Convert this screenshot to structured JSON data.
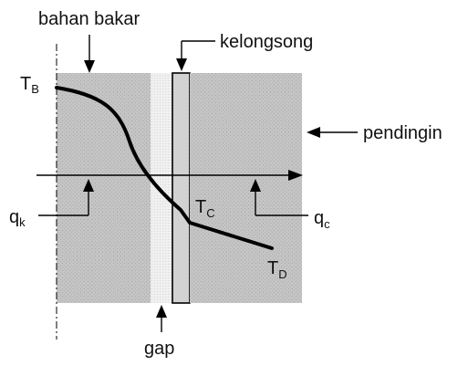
{
  "labels": {
    "fuel": "bahan bakar",
    "cladding": "kelongsong",
    "coolant": "pendingin",
    "gap": "gap"
  },
  "symbols": {
    "tb": {
      "main": "T",
      "sub": "B"
    },
    "tc": {
      "main": "T",
      "sub": "C"
    },
    "td": {
      "main": "T",
      "sub": "D"
    },
    "qk": {
      "main": "q",
      "sub": "k"
    },
    "qc": {
      "main": "q",
      "sub": "c"
    }
  },
  "colors": {
    "region_fill": "#c4c4c4",
    "gap_fill": "#ededed",
    "line": "#000000",
    "background": "#ffffff"
  }
}
